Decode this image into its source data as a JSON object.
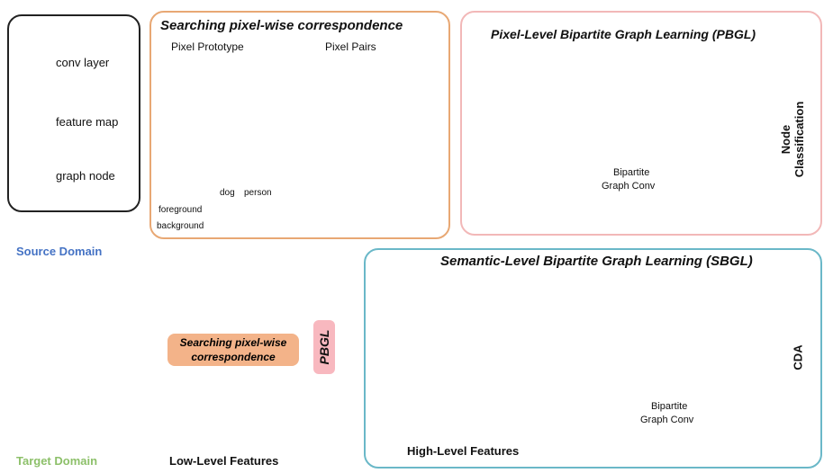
{
  "legend": {
    "conv_layer": "conv layer",
    "feature_map": "feature map",
    "graph_node": "graph node"
  },
  "search_panel": {
    "title": "Searching pixel-wise correspondence",
    "pixel_prototype": "Pixel Prototype",
    "pixel_pairs": "Pixel Pairs",
    "table": {
      "col_dog": "dog",
      "col_person": "person",
      "row_foreground": "foreground",
      "row_background": "background"
    }
  },
  "pbgl_panel": {
    "title": "Pixel-Level Bipartite Graph Learning (PBGL)",
    "conv_label_line1": "Bipartite",
    "conv_label_line2": "Graph Conv",
    "output_line1": "Node",
    "output_line2": "Classification"
  },
  "bottom": {
    "source_domain": "Source Domain",
    "target_domain": "Target Domain",
    "searching_line1": "Searching pixel-wise",
    "searching_line2": "correspondence",
    "pbgl_tag": "PBGL",
    "low_level_features": "Low-Level Features"
  },
  "sbgl_panel": {
    "title": "Semantic-Level Bipartite Graph Learning (SBGL)",
    "conv_label_line1": "Bipartite",
    "conv_label_line2": "Graph Conv",
    "high_level_features": "High-Level Features",
    "output": "CDA"
  },
  "colors": {
    "search_border": "#e8a874",
    "pbgl_border": "#f2b8b8",
    "sbgl_border": "#6ab8c8",
    "source_blue": "#4472c4",
    "target_green": "#8dc06a",
    "orange_node": "#f5b400",
    "purple_node": "#c020b0",
    "conv_orange": "#f0a77a",
    "pbgl_tag_bg": "#f8b8bf"
  }
}
